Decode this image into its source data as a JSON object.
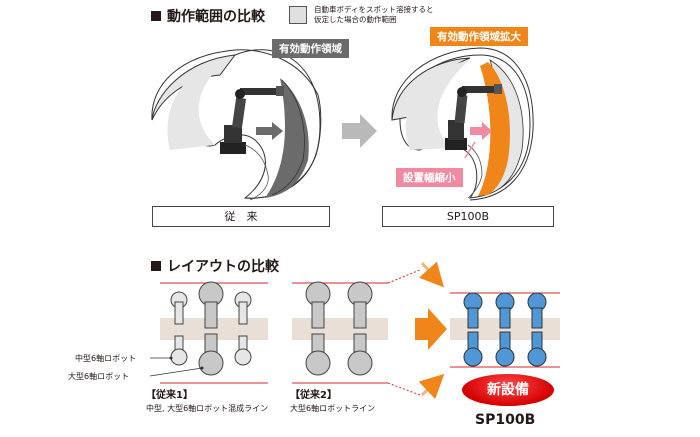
{
  "section1": {
    "heading": "動作範囲の比較",
    "legend_line1": "自動車ボディをスポット溶接すると",
    "legend_line2": "仮定した場合の動作範囲",
    "tag_conventional": "有効動作領域",
    "tag_expanded": "有効動作領域拡大",
    "tag_reduced": "設置幅縮小",
    "label_conventional": "従　来",
    "label_new": "SP100B"
  },
  "section2": {
    "heading": "レイアウトの比較",
    "label_mid_robot": "中型6軸ロボット",
    "label_large_robot": "大型6軸ロボット",
    "case1_title": "【従来1】",
    "case1_desc": "中型, 大型6軸ロボット混成ライン",
    "case2_title": "【従来2】",
    "case2_desc": "大型6軸ロボットライン",
    "new_badge": "新設備",
    "new_label": "SP100B"
  },
  "colors": {
    "orange": "#f08519",
    "pink": "#ef8aa0",
    "blue": "#4f97d6",
    "red": "#d40000",
    "gray_dark": "#6b6b6b"
  }
}
